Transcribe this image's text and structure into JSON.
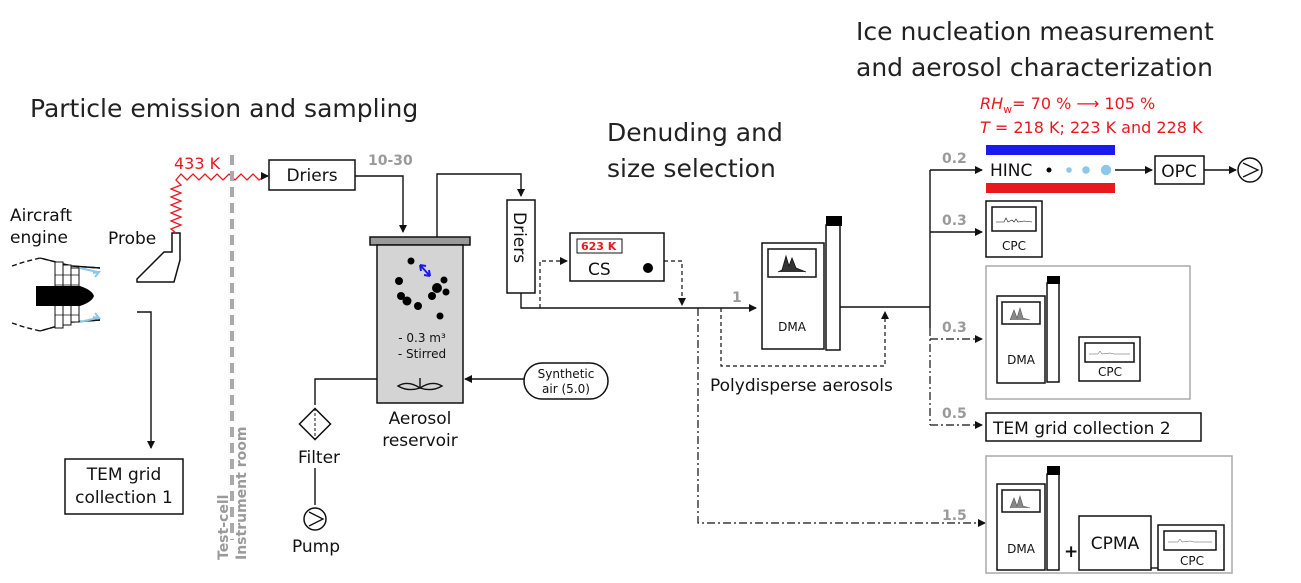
{
  "headings": {
    "emission": "Particle emission and sampling",
    "denuding_line1": "Denuding and",
    "denuding_line2": "size selection",
    "ice_line1": "Ice nucleation measurement",
    "ice_line2": "and aerosol characterization"
  },
  "conditions": {
    "rh_label": "RH",
    "rh_sub": "w",
    "rh_value": "= 70 % ⟶ 105 %",
    "t_label": "T",
    "t_value": " = 218 K; 223 K and 228 K"
  },
  "labels": {
    "aircraft_line1": "Aircraft",
    "aircraft_line2": "engine",
    "probe": "Probe",
    "probe_temp": "433 K",
    "driers_top": "Driers",
    "driers_vertical": "Driers",
    "flow_10_30": "10-30",
    "flow_1": "1",
    "reservoir_spec_1": "- 0.3 m³",
    "reservoir_spec_2": "- Stirred",
    "reservoir_line1": "Aerosol",
    "reservoir_line2": "reservoir",
    "synthetic_line1": "Synthetic",
    "synthetic_line2": "air (5.0)",
    "filter": "Filter",
    "pump": "Pump",
    "tem1_line1": "TEM grid",
    "tem1_line2": "collection 1",
    "test_cell": "Test-cell",
    "instrument_room": "Instrument room",
    "cs_temp": "623 K",
    "cs": "CS",
    "dma_main": "DMA",
    "polydisperse": "Polydisperse aerosols",
    "flow_02": "0.2",
    "flow_03a": "0.3",
    "flow_03b": "0.3",
    "flow_05": "0.5",
    "flow_15": "1.5",
    "hinc": "HINC",
    "opc": "OPC",
    "cpc_a": "CPC",
    "dma_b": "DMA",
    "cpc_b": "CPC",
    "tem2": "TEM grid collection 2",
    "dma_c": "DMA",
    "plus": "+",
    "cpma": "CPMA",
    "cpc_c": "CPC"
  },
  "colors": {
    "red": "#e8191e",
    "blue": "#1a1aee",
    "gray": "#9a9a9a",
    "light_blue": "#8cc8ea"
  }
}
